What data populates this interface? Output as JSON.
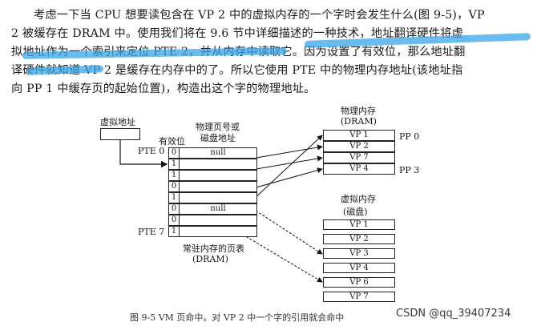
{
  "paragraph": {
    "lines": [
      "考虑一下当 CPU 想要读包含在 VP 2 中的虚拟内存的一个字时会发生什么(图 9-5)，VP",
      "2 被缓存在 DRAM 中。使用我们将在 9.6 节中详细描述的一种技术，地址翻译硬件将虚",
      "拟地址作为一个索引来定位 PTE 2，并从内存中读取它。因为设置了有效位，那么地址翻",
      "译硬件就知道 VP 2 是缓存在内存中的了。所以它使用 PTE 中的物理内存地址(该地址指",
      "向 PP 1 中缓存页的起始位置)，构造出这个字的物理地址。"
    ]
  },
  "figure": {
    "virtual_address_label": "虚拟地址",
    "valid_bit_label": "有效位",
    "ppn_label_line1": "物理页号或",
    "ppn_label_line2": "磁盘地址",
    "pte0_label": "PTE 0",
    "pte7_label": "PTE 7",
    "page_table_caption_line1": "常驻内存的页表",
    "page_table_caption_line2": "(DRAM)",
    "page_table_rows": [
      {
        "valid": "0",
        "addr": "null"
      },
      {
        "valid": "1",
        "addr": ""
      },
      {
        "valid": "1",
        "addr": ""
      },
      {
        "valid": "0",
        "addr": ""
      },
      {
        "valid": "1",
        "addr": ""
      },
      {
        "valid": "0",
        "addr": "null"
      },
      {
        "valid": "0",
        "addr": ""
      },
      {
        "valid": "1",
        "addr": ""
      }
    ],
    "physical_memory_title": "物理内存",
    "physical_memory_subtitle": "(DRAM)",
    "physical_pages": [
      "VP 1",
      "VP 2",
      "VP 7",
      "VP 4"
    ],
    "pp0_label": "PP 0",
    "pp3_label": "PP 3",
    "virtual_memory_title": "虚拟内存",
    "virtual_memory_subtitle": "(磁盘)",
    "disk_pages": [
      "VP 1",
      "VP 2",
      "VP 3",
      "VP 4",
      "VP 6",
      "VP 7"
    ]
  },
  "caption": "图 9-5  VM 页命中。对 VP 2 中一个字的引用就会命中",
  "watermark": "CSDN @qq_39407234",
  "highlight_color": "#3aa6e8"
}
